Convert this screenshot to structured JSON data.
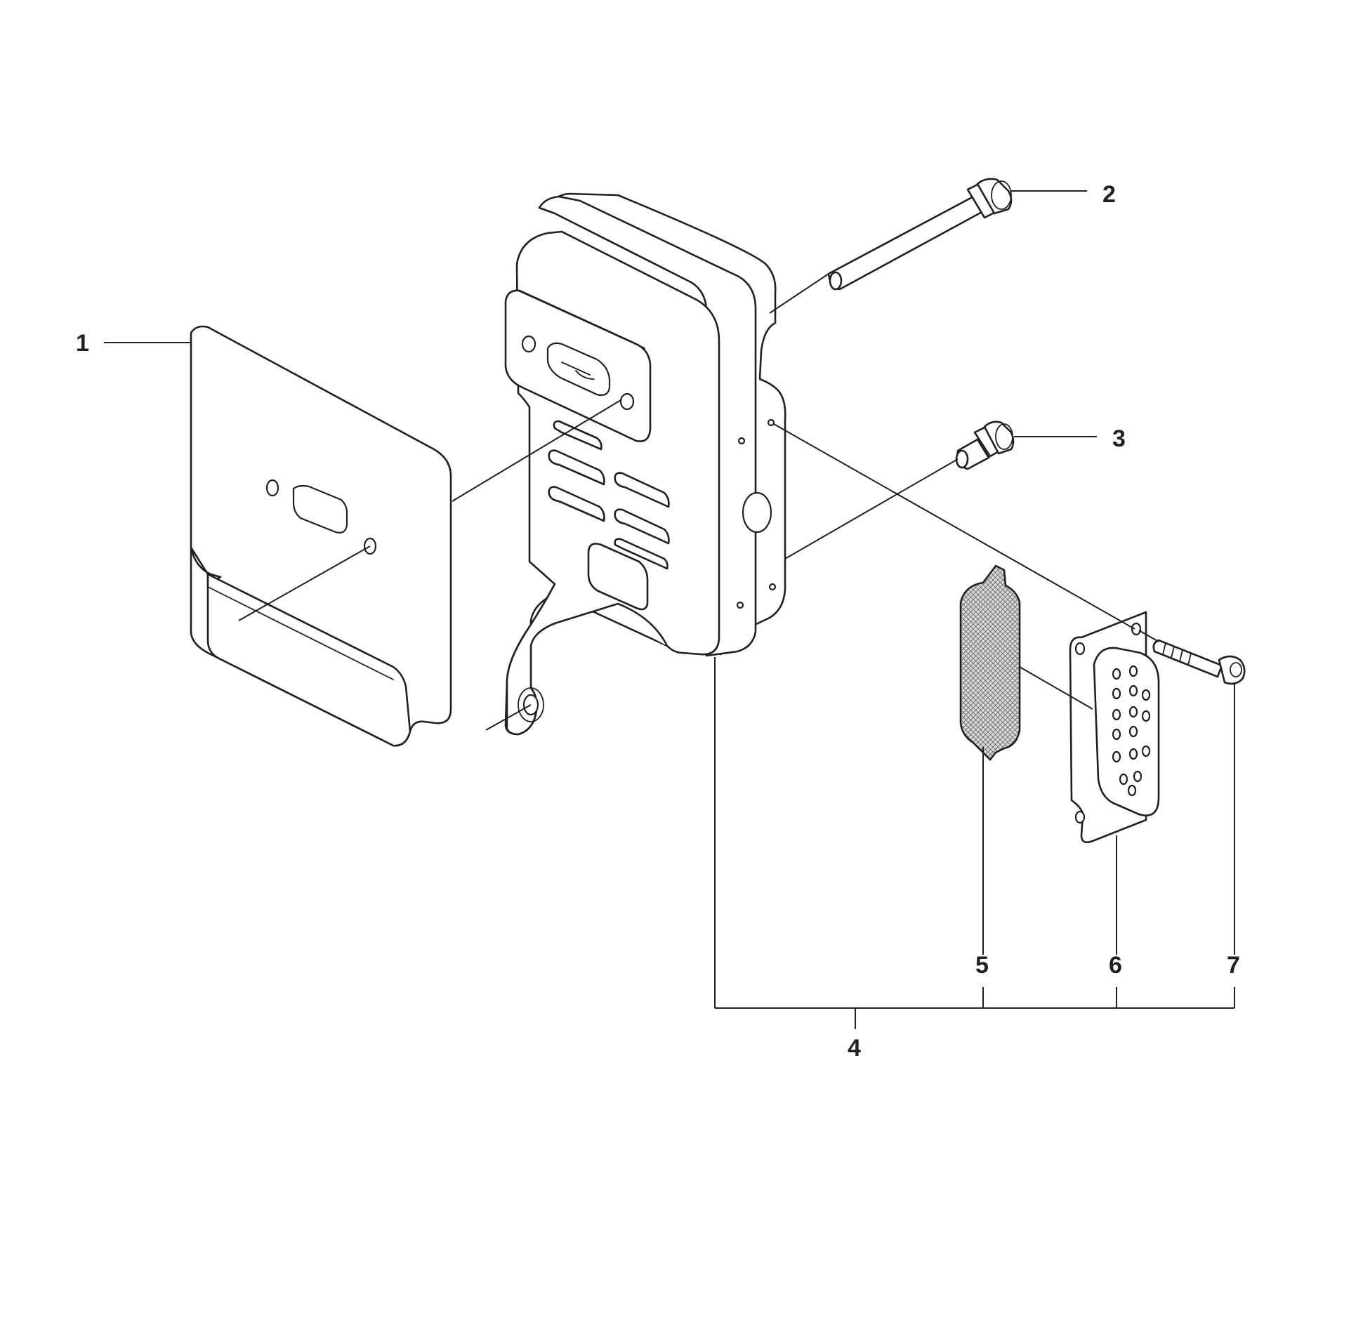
{
  "callouts": {
    "c1": "1",
    "c2": "2",
    "c3": "3",
    "c4": "4",
    "c5": "5",
    "c6": "6",
    "c7": "7"
  },
  "colors": {
    "line": "#231f20",
    "background": "#ffffff"
  }
}
